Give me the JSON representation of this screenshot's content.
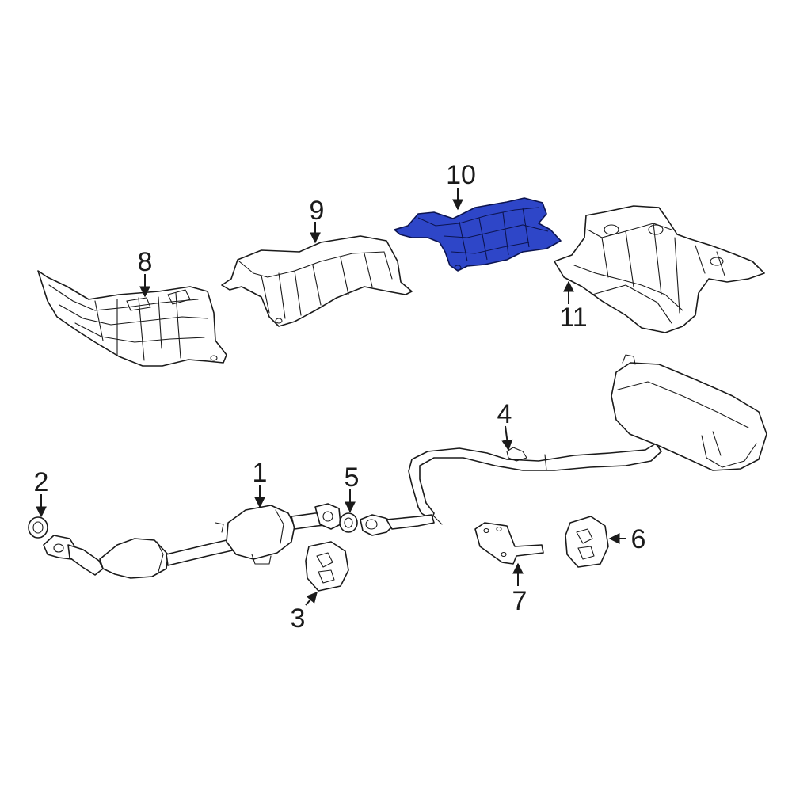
{
  "colors": {
    "highlight": "#2e46c8",
    "outline": "#1a1a1a",
    "background": "#ffffff"
  },
  "callouts": {
    "c1": "1",
    "c2": "2",
    "c3": "3",
    "c4": "4",
    "c5": "5",
    "c6": "6",
    "c7": "7",
    "c8": "8",
    "c9": "9",
    "c10": "10",
    "c11": "11"
  }
}
